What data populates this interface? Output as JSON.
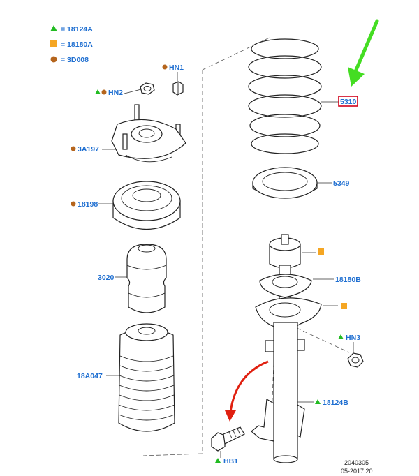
{
  "colors": {
    "label": "#1f6fd1",
    "triangle_marker": "#22bb22",
    "square_marker": "#f5a623",
    "circle_marker": "#b5651d",
    "highlight_box": "#d0021b",
    "green_arrow": "#44dd22",
    "red_arrow": "#e02010"
  },
  "legend": [
    {
      "marker": "triangle",
      "code": "= 18124A"
    },
    {
      "marker": "square",
      "code": "= 18180A"
    },
    {
      "marker": "circle",
      "code": "= 3D008"
    }
  ],
  "labels": {
    "hn1": "HN1",
    "hn2": "HN2",
    "l3a197": "3A197",
    "l18198": "18198",
    "l3020": "3020",
    "l18a047": "18A047",
    "l5310": "5310",
    "l5349": "5349",
    "l18180b": "18180B",
    "hn3": "HN3",
    "l18124b": "18124B",
    "hb1": "HB1"
  },
  "footer": {
    "ref": "2040305",
    "date": "05-2017 20"
  }
}
